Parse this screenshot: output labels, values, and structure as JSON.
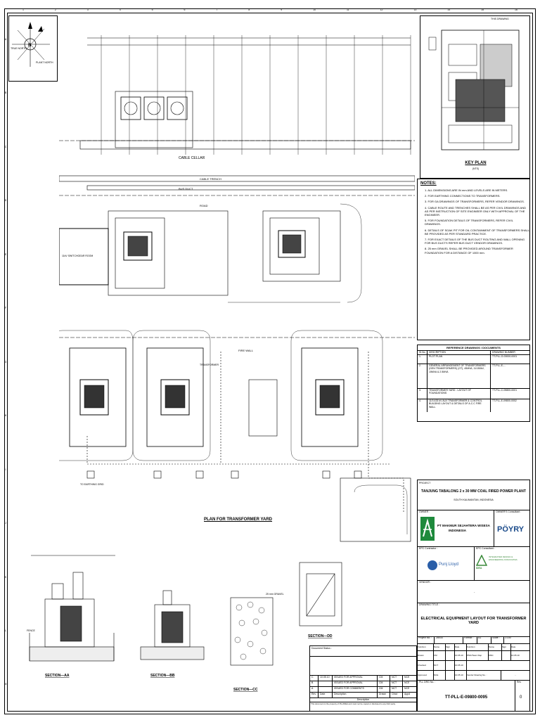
{
  "sheet": {
    "top_ruler_numbers": [
      "1",
      "2",
      "3",
      "4",
      "5",
      "6",
      "7",
      "8",
      "9",
      "10",
      "11",
      "12",
      "13",
      "14",
      "15",
      "16"
    ],
    "side_ruler_letters": [
      "A",
      "B",
      "C",
      "D",
      "E",
      "F",
      "G",
      "H",
      "I",
      "J",
      "K",
      "L",
      "M"
    ]
  },
  "north_arrow": {
    "true_north_label": "TRUE NORTH",
    "plant_north_label": "PLANT NORTH",
    "n": "N"
  },
  "key_plan": {
    "title": "KEY PLAN",
    "scale": "(NTS)",
    "marker_label": "THIS DRAWING"
  },
  "notes": {
    "title": "NOTES:",
    "items": [
      "1. ALL DIMENSIONS ARE IN mm AND LEVELS ARE IN METERS.",
      "2. FOR EARTHING CONNECTIONS TO TRANSFORMERS.",
      "3. FOR GA DRAWINGS OF TRANSFORMERS, REFER VENDOR DRAWINGS.",
      "4. CABLE ROUTE AND TRENCHES SHALL BE AS PER CIVIL DRAWINGS AND AS PER INSTRUCTION OF SITE ENGINEER ONLY WITH APPROVAL OF THE ENGINEER.",
      "5. FOR FOUNDATION DETAILS OF TRANSFORMERS, REFER CIVIL DRAWINGS.",
      "6. DETAILS OF SOAK PIT FOR OIL CONTAINMENT OF TRANSFORMERS SHALL BE PROVIDED AS PER STANDARD PRACTICE.",
      "7. FOR EXACT DETAILS OF THE BUS DUCT ROUTING AND WALL OPENING FOR BUS DUCTS REFER BUS DUCT VENDOR DRAWINGS.",
      "8. 25 mm GRAVEL SHALL BE PROVIDED AROUND TRANSFORMER FOUNDATION FOR A DISTANCE OF 1000 mm."
    ]
  },
  "reference_drawings": {
    "title": "REFERENCE DRAWINGS / DOCUMENTS",
    "headers": [
      "Sl.No.",
      "DESCRIPTION",
      "DRAWING NUMBER"
    ],
    "rows": [
      {
        "no": "1.",
        "desc": "PLOT PLAN",
        "num": "TT-PLL-G-00000-0001"
      },
      {
        "no": "2.",
        "desc": "GENERAL ARRANGEMENT OF TRANSFORMERS (GEN TRANSFORMERS) (GT), 45MVA, 11/150kV, 15MVA & 2.5MVA",
        "num": "TT-PLL-E-..."
      },
      {
        "no": "3.",
        "desc": "TRANSFORMER YARD - LAYOUT OF FOUNDATIONS",
        "num": "TT-PLL-C-09800-0001"
      },
      {
        "no": "4.",
        "desc": "11/0.433 kV AUX TRANSFORMER & CONTROL BUILDING LAYOUT & DETAILS OF A.C.C FIRE WALL",
        "num": "TT-PLL-E-09800-0002"
      }
    ]
  },
  "project": {
    "label": "PROJECT",
    "name": "TANJUNG TABALONG 2 x 30 MW COAL FIRED POWER PLANT",
    "location": "SOUTH KALIMANTAN, INDONESIA"
  },
  "owner": {
    "label": "OWNER :",
    "name": "PT MAKMUR SEJAHTERA WISESA",
    "country": "INDONESIA"
  },
  "owner_consultant": {
    "label": "OWNER'S Consultant :",
    "name": "PÖYRY"
  },
  "epc_contractor": {
    "label": "EPC Contractor :",
    "name": "Punj Lloyd"
  },
  "epc_consultant": {
    "label": "EPC Consultant :",
    "name": "INTEGRATED DESIGN & ENGINEERING ASSOCIATES",
    "short": "IDEA"
  },
  "vendor": {
    "label": "VENDOR :",
    "value": "-"
  },
  "drawing_title": {
    "label": "DRAWING TITLE :",
    "value": "ELECTRICAL EQUIPMENT LAYOUT  FOR TRANSFORMER YARD"
  },
  "meta": {
    "project_no_label": "Project No. :",
    "project_no": "28033",
    "format_label": "Format :",
    "format": "A1",
    "scale_label": "Scale :",
    "scale": "1:100",
    "drawing_no_label": "PLL DRG No. :",
    "drawing_no": "TT-PLL-E-09800-0095",
    "rev_label": "Rev",
    "rev": "0"
  },
  "signatures": {
    "headers": [
      "Function",
      "Name",
      "Sign",
      "Date",
      "Function",
      "Name",
      "Sign",
      "Date"
    ],
    "rows": [
      [
        "Drawn",
        "CM",
        "",
        "10.05.10",
        "PMC/Team Rep",
        "MSC",
        "",
        "10.05.10"
      ],
      [
        "Checked",
        "NCT",
        "",
        "10.05.10",
        "",
        "",
        "",
        ""
      ],
      [
        "Approved",
        "NCE",
        "",
        "10.05.10",
        "Vendor Drawing No. :",
        "-",
        "",
        ""
      ]
    ]
  },
  "revisions": {
    "title": "Document Status :",
    "headers": [
      "Rev",
      "Date",
      "Description",
      "Drawn",
      "Chkd",
      "Appd"
    ],
    "rows": [
      [
        "C",
        "10.05.10",
        "ISSUED FOR APPROVAL",
        "CM",
        "NCT",
        "NCE"
      ],
      [
        "B",
        "",
        "ISSUED FOR APPROVAL",
        "CM",
        "NCT",
        "NCE"
      ],
      [
        "A",
        "",
        "ISSUED FOR COMMENTS",
        "CM",
        "NCT",
        "NCE"
      ]
    ],
    "footer": "Description",
    "disclaimer": "This document is the property of PLL/IDEA and must not be copied or disclosed to any third party."
  },
  "plan": {
    "title": "PLAN  FOR  TRANSFORMER  YARD",
    "labels": {
      "cable_cellar": "CABLE CELLAR",
      "cable_trench": "CABLE TRENCH",
      "bus_duct": "BUS DUCT",
      "building": "11kV SWITCHGEAR ROOM",
      "road": "ROAD",
      "fire_wall": "FIRE WALL",
      "earthing": "TO EARTHING GRID",
      "transformer": "TRANSFORMER"
    }
  },
  "sections": {
    "aa": "SECTION—AA",
    "bb": "SECTION—BB",
    "cc": "SECTION—CC",
    "dd": "SECTION—DD",
    "fence": "FENCE",
    "gravel": "25 mm GRAVEL"
  }
}
